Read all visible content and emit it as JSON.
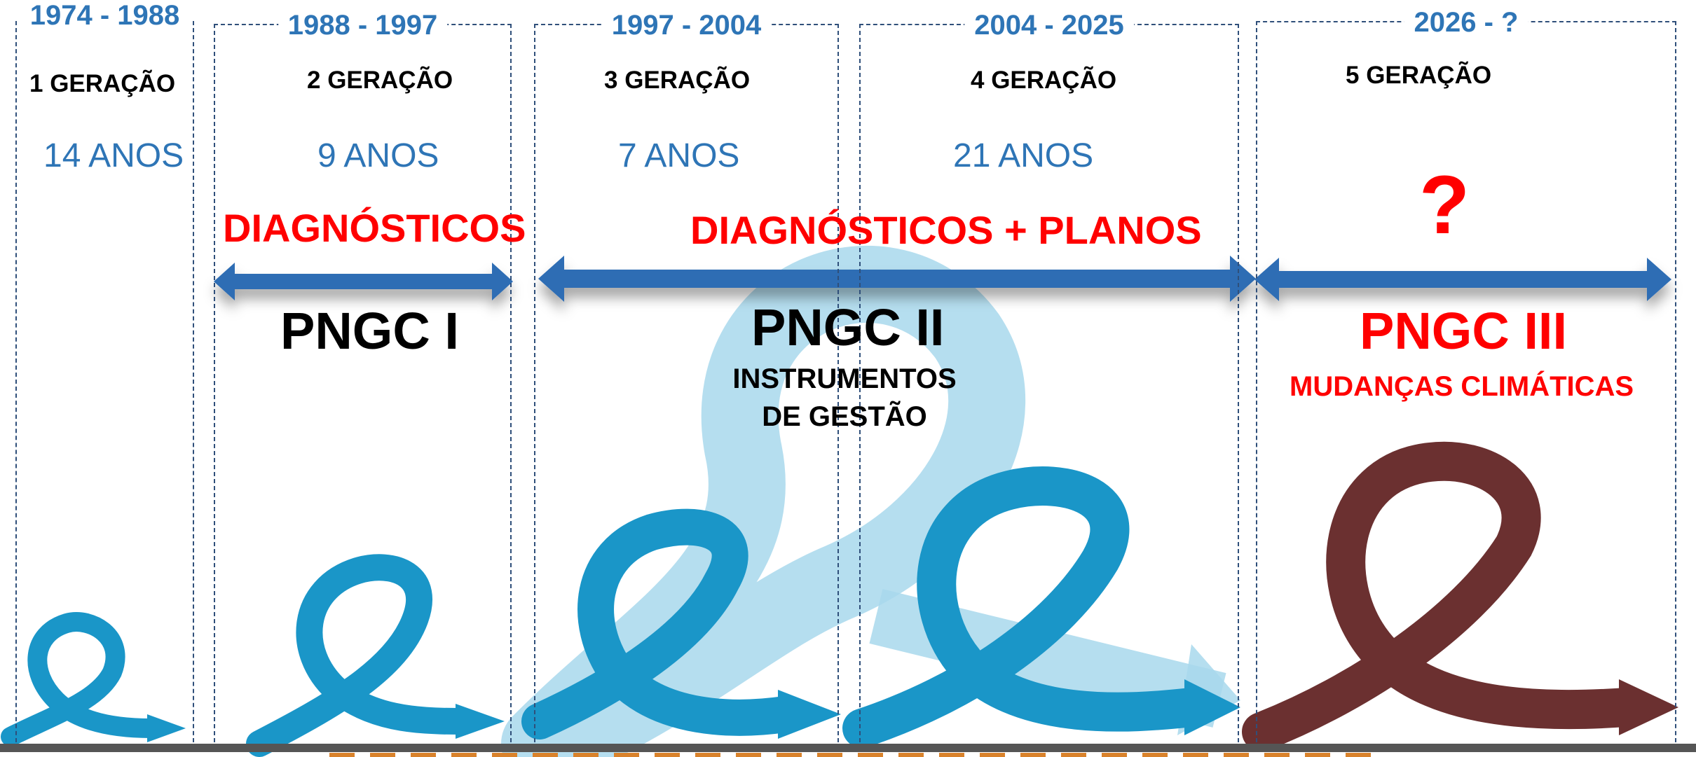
{
  "periods": [
    {
      "years": "1974 - 1988",
      "generation": "1 GERAÇÃO",
      "duration": "14 ANOS"
    },
    {
      "years": "1988 - 1997",
      "generation": "2 GERAÇÃO",
      "duration": "9 ANOS"
    },
    {
      "years": "1997 - 2004",
      "generation": "3 GERAÇÃO",
      "duration": "7 ANOS"
    },
    {
      "years": "2004 - 2025",
      "generation": "4 GERAÇÃO",
      "duration": "21 ANOS"
    },
    {
      "years": "2026 - ?",
      "generation": "5 GERAÇÃO",
      "question_mark": "?"
    }
  ],
  "phases": [
    {
      "theme": "DIAGNÓSTICOS",
      "plan": "PNGC I"
    },
    {
      "theme": "DIAGNÓSTICOS + PLANOS",
      "plan": "PNGC II",
      "subtitle_line1": "INSTRUMENTOS",
      "subtitle_line2": "DE GESTÃO"
    },
    {
      "plan": "PNGC III",
      "subtitle": "MUDANÇAS CLIMÁTICAS"
    }
  ],
  "colors": {
    "year_text": "#2e75b6",
    "theme_red": "#ff0000",
    "arrow_blue": "#2e6db4",
    "ribbon_blue": "#1a96c8",
    "ribbon_light": "#a8d8ec",
    "ribbon_brown": "#6b3030",
    "divider": "#2f4f7a"
  },
  "icons": [
    "double-arrow-icon",
    "loop-arrow-icon"
  ]
}
